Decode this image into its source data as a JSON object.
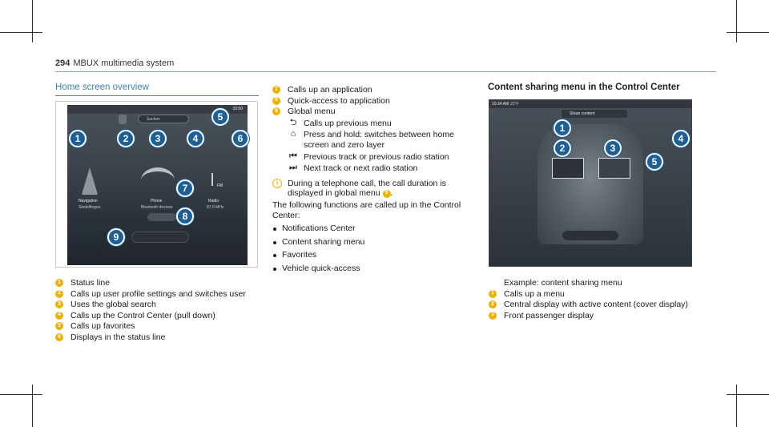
{
  "header": {
    "page_number": "294",
    "running_title": "MBUX multimedia system"
  },
  "left_section": {
    "title": "Home screen overview",
    "screen": {
      "time": "15:50",
      "search_label": "Suchen",
      "tiles": [
        {
          "label": "Navigation",
          "sub": "Sindelfingen"
        },
        {
          "label": "Phone",
          "sub": "Bluetooth devices"
        },
        {
          "label": "Radio",
          "sub": "87.5 MHz"
        }
      ],
      "fm_label": "FM"
    },
    "items": [
      {
        "n": "1",
        "text": "Status line"
      },
      {
        "n": "2",
        "text": "Calls up user profile settings and switches user"
      },
      {
        "n": "3",
        "text": "Uses the global search"
      },
      {
        "n": "4",
        "text": "Calls up the Control Center (pull down)"
      },
      {
        "n": "5",
        "text": "Calls up favorites"
      },
      {
        "n": "6",
        "text": "Displays in the status line"
      }
    ]
  },
  "middle_section": {
    "items": [
      {
        "n": "7",
        "text": "Calls up an application"
      },
      {
        "n": "8",
        "text": "Quick-access to application"
      },
      {
        "n": "9",
        "text": "Global menu"
      }
    ],
    "global_menu": [
      {
        "icon": "back-arrow-icon",
        "glyph": "⮌",
        "text": "Calls up previous menu"
      },
      {
        "icon": "home-icon",
        "glyph": "⌂",
        "text": "Press and hold: switches between home screen and zero layer"
      },
      {
        "icon": "skip-previous-icon",
        "glyph": "⏮",
        "text": "Previous track or previous radio station"
      },
      {
        "icon": "skip-next-icon",
        "glyph": "⏭",
        "text": "Next track or next radio station"
      }
    ],
    "info_text_a": "During a telephone call, the call duration is displayed in global menu",
    "info_badge": "9",
    "info_text_b": ".",
    "para": "The following functions are called up in the Control Center:",
    "bullets": [
      "Notifications Center",
      "Content sharing menu",
      "Favorites",
      "Vehicle quick-access"
    ]
  },
  "right_section": {
    "title": "Content sharing menu in the Control Center",
    "screen": {
      "time": "10:34 AM",
      "temp": "23°F",
      "share_label": "Share content"
    },
    "example": "Example: content sharing menu",
    "items": [
      {
        "n": "1",
        "text": "Calls up a menu"
      },
      {
        "n": "2",
        "text": "Central display with active content (cover display)"
      },
      {
        "n": "3",
        "text": "Front passenger display"
      }
    ]
  },
  "colors": {
    "accent_blue": "#3d84b8",
    "callout_blue": "#1d5f97",
    "badge_yellow": "#f0b000"
  }
}
